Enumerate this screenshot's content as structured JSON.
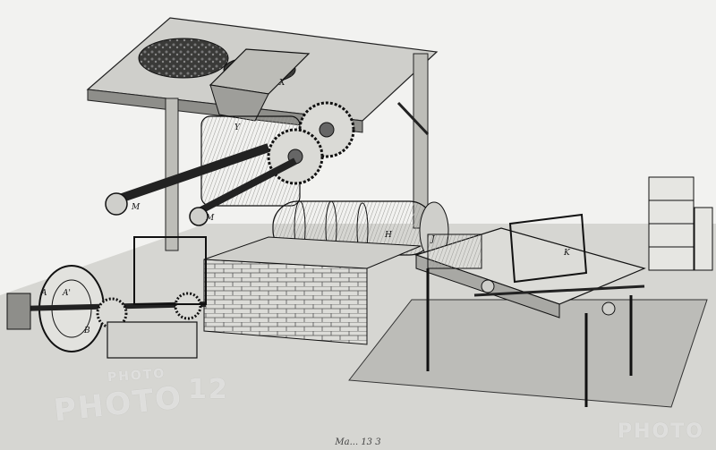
{
  "caption": "Ма... 13 3",
  "watermark": {
    "big": "PHOTO",
    "small": "PHOTO",
    "mid": "12",
    "corner": "PHOTO"
  },
  "labels": {
    "y": "Y",
    "x": "X",
    "m1": "M",
    "m2": "M",
    "a": "A",
    "a_prime": "A'",
    "b": "B",
    "h": "H",
    "j": "J",
    "k": "K"
  },
  "colors": {
    "paper": "#f2f2f0",
    "ink": "#1a1a1a",
    "floor": "#cfcfcb",
    "wood": "#bdbdb8",
    "shadow": "#6e6e6a"
  }
}
